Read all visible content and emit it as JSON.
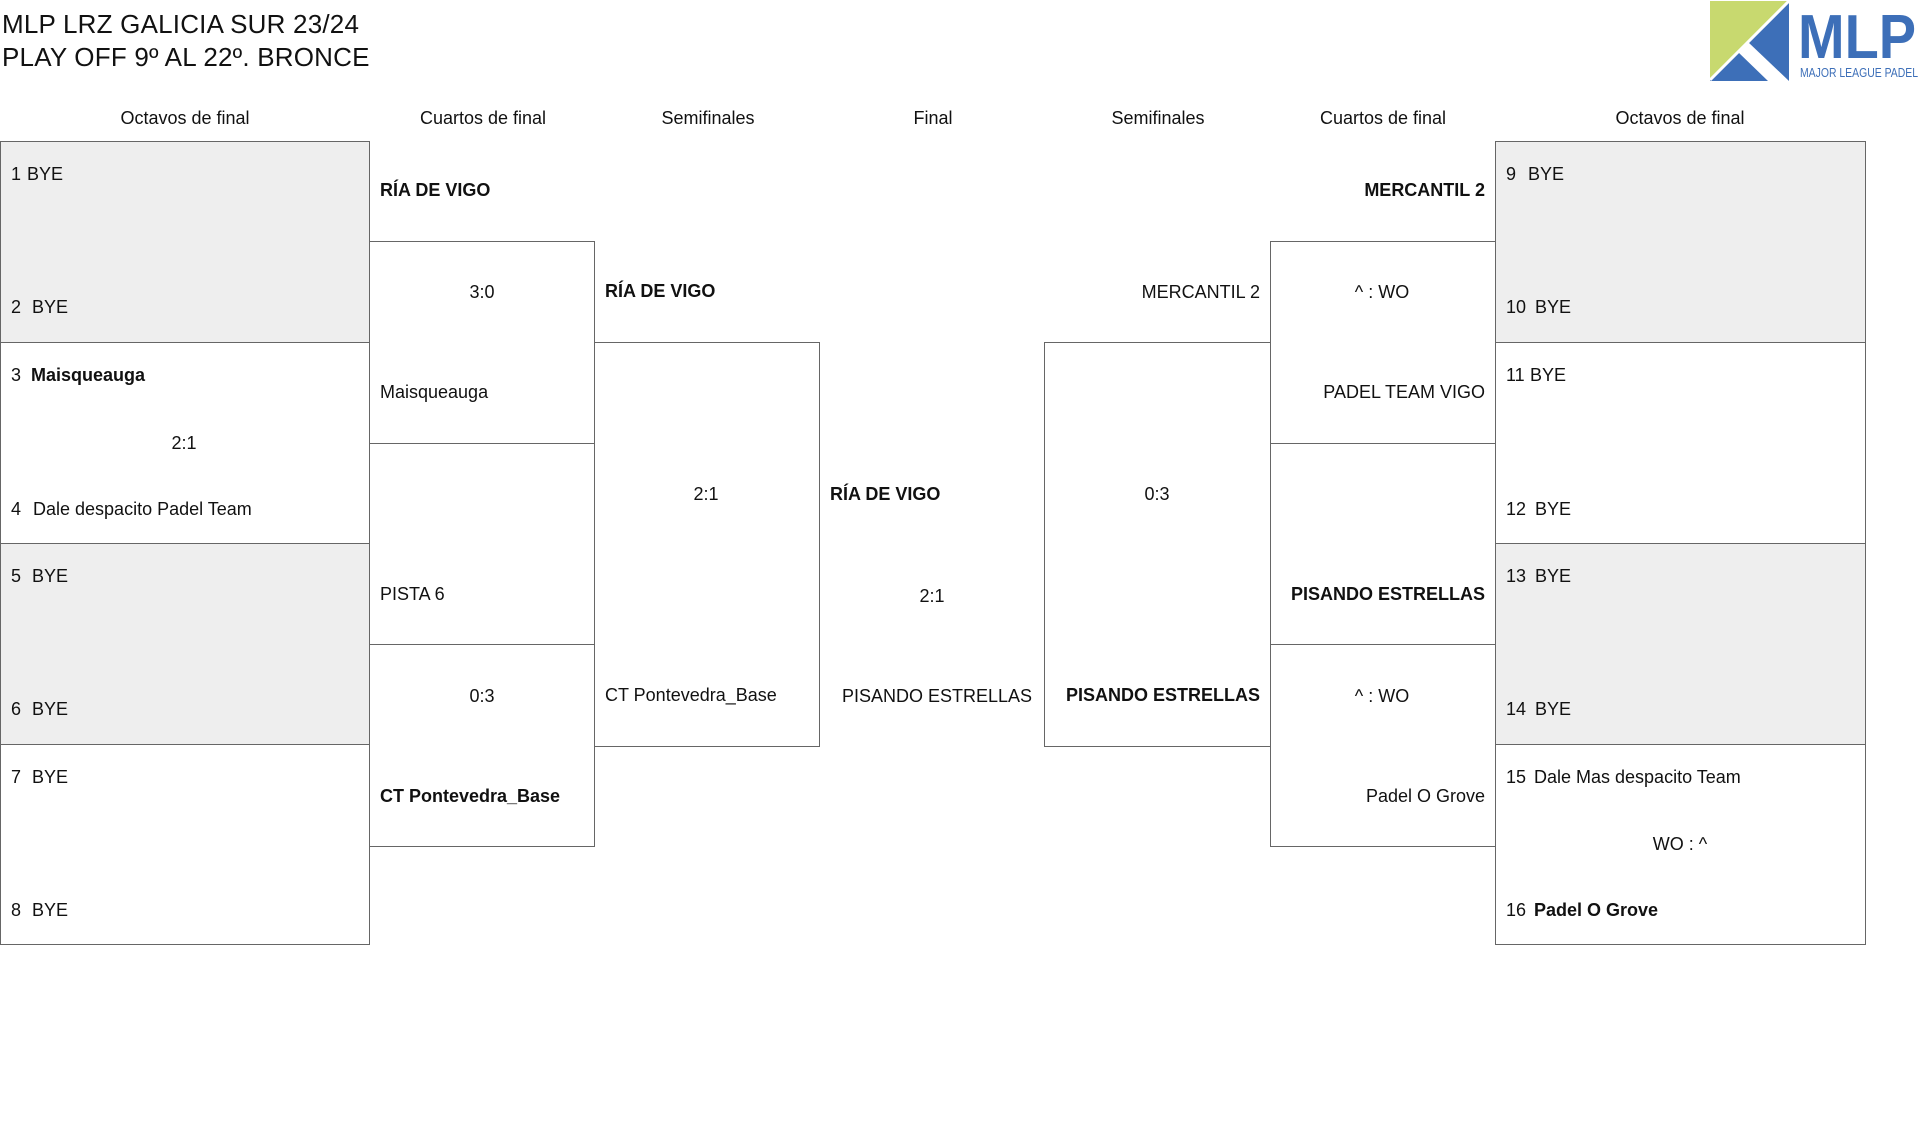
{
  "header": {
    "title_line1": "MLP LRZ GALICIA SUR 23/24",
    "title_line2": "PLAY OFF 9º AL 22º. BRONCE"
  },
  "logo": {
    "text": "MLP",
    "subtext": "MAJOR LEAGUE PADEL",
    "colors": {
      "blue": "#3d6fb8",
      "green": "#c8d96f",
      "text": "#3d6fb8"
    }
  },
  "columns": {
    "left_r16": "Octavos de final",
    "left_qf": "Cuartos de final",
    "left_sf": "Semifinales",
    "final": "Final",
    "right_sf": "Semifinales",
    "right_qf": "Cuartos de final",
    "right_r16": "Octavos de final"
  },
  "left_r16": [
    {
      "seed_a": "1",
      "team_a": "BYE",
      "seed_b": "2",
      "team_b": "BYE",
      "score": ""
    },
    {
      "seed_a": "3",
      "team_a": "Maisqueauga",
      "seed_b": "4",
      "team_b": "Dale despacito Padel Team",
      "score": "2:1"
    },
    {
      "seed_a": "5",
      "team_a": "BYE",
      "seed_b": "6",
      "team_b": "BYE",
      "score": ""
    },
    {
      "seed_a": "7",
      "team_a": "BYE",
      "seed_b": "8",
      "team_b": "BYE",
      "score": ""
    }
  ],
  "right_r16": [
    {
      "seed_a": "9",
      "team_a": "BYE",
      "seed_b": "10",
      "team_b": "BYE",
      "score": ""
    },
    {
      "seed_a": "11",
      "team_a": "BYE",
      "seed_b": "12",
      "team_b": "BYE",
      "score": ""
    },
    {
      "seed_a": "13",
      "team_a": "BYE",
      "seed_b": "14",
      "team_b": "BYE",
      "score": ""
    },
    {
      "seed_a": "15",
      "team_a": "Dale Mas despacito Team",
      "seed_b": "16",
      "team_b": "Padel O Grove",
      "score": "WO : ^"
    }
  ],
  "left_qf": [
    {
      "team_a": "RÍA DE VIGO",
      "team_b": "Maisqueauga",
      "score": "3:0"
    },
    {
      "team_a": "PISTA 6",
      "team_b": "CT Pontevedra_Base",
      "score": "0:3"
    }
  ],
  "right_qf": [
    {
      "team_a": "MERCANTIL 2",
      "team_b": "PADEL TEAM VIGO",
      "score": "^ : WO"
    },
    {
      "team_a": "PISANDO ESTRELLAS",
      "team_b": "Padel O Grove",
      "score": "^ : WO"
    }
  ],
  "left_sf": {
    "team_a": "RÍA DE VIGO",
    "team_b": "CT Pontevedra_Base",
    "score": "2:1"
  },
  "right_sf": {
    "team_a": "MERCANTIL 2",
    "team_b": "PISANDO ESTRELLAS",
    "score": "0:3"
  },
  "final": {
    "team_a": "RÍA DE VIGO",
    "team_b": "PISANDO ESTRELLAS",
    "score": "2:1"
  }
}
